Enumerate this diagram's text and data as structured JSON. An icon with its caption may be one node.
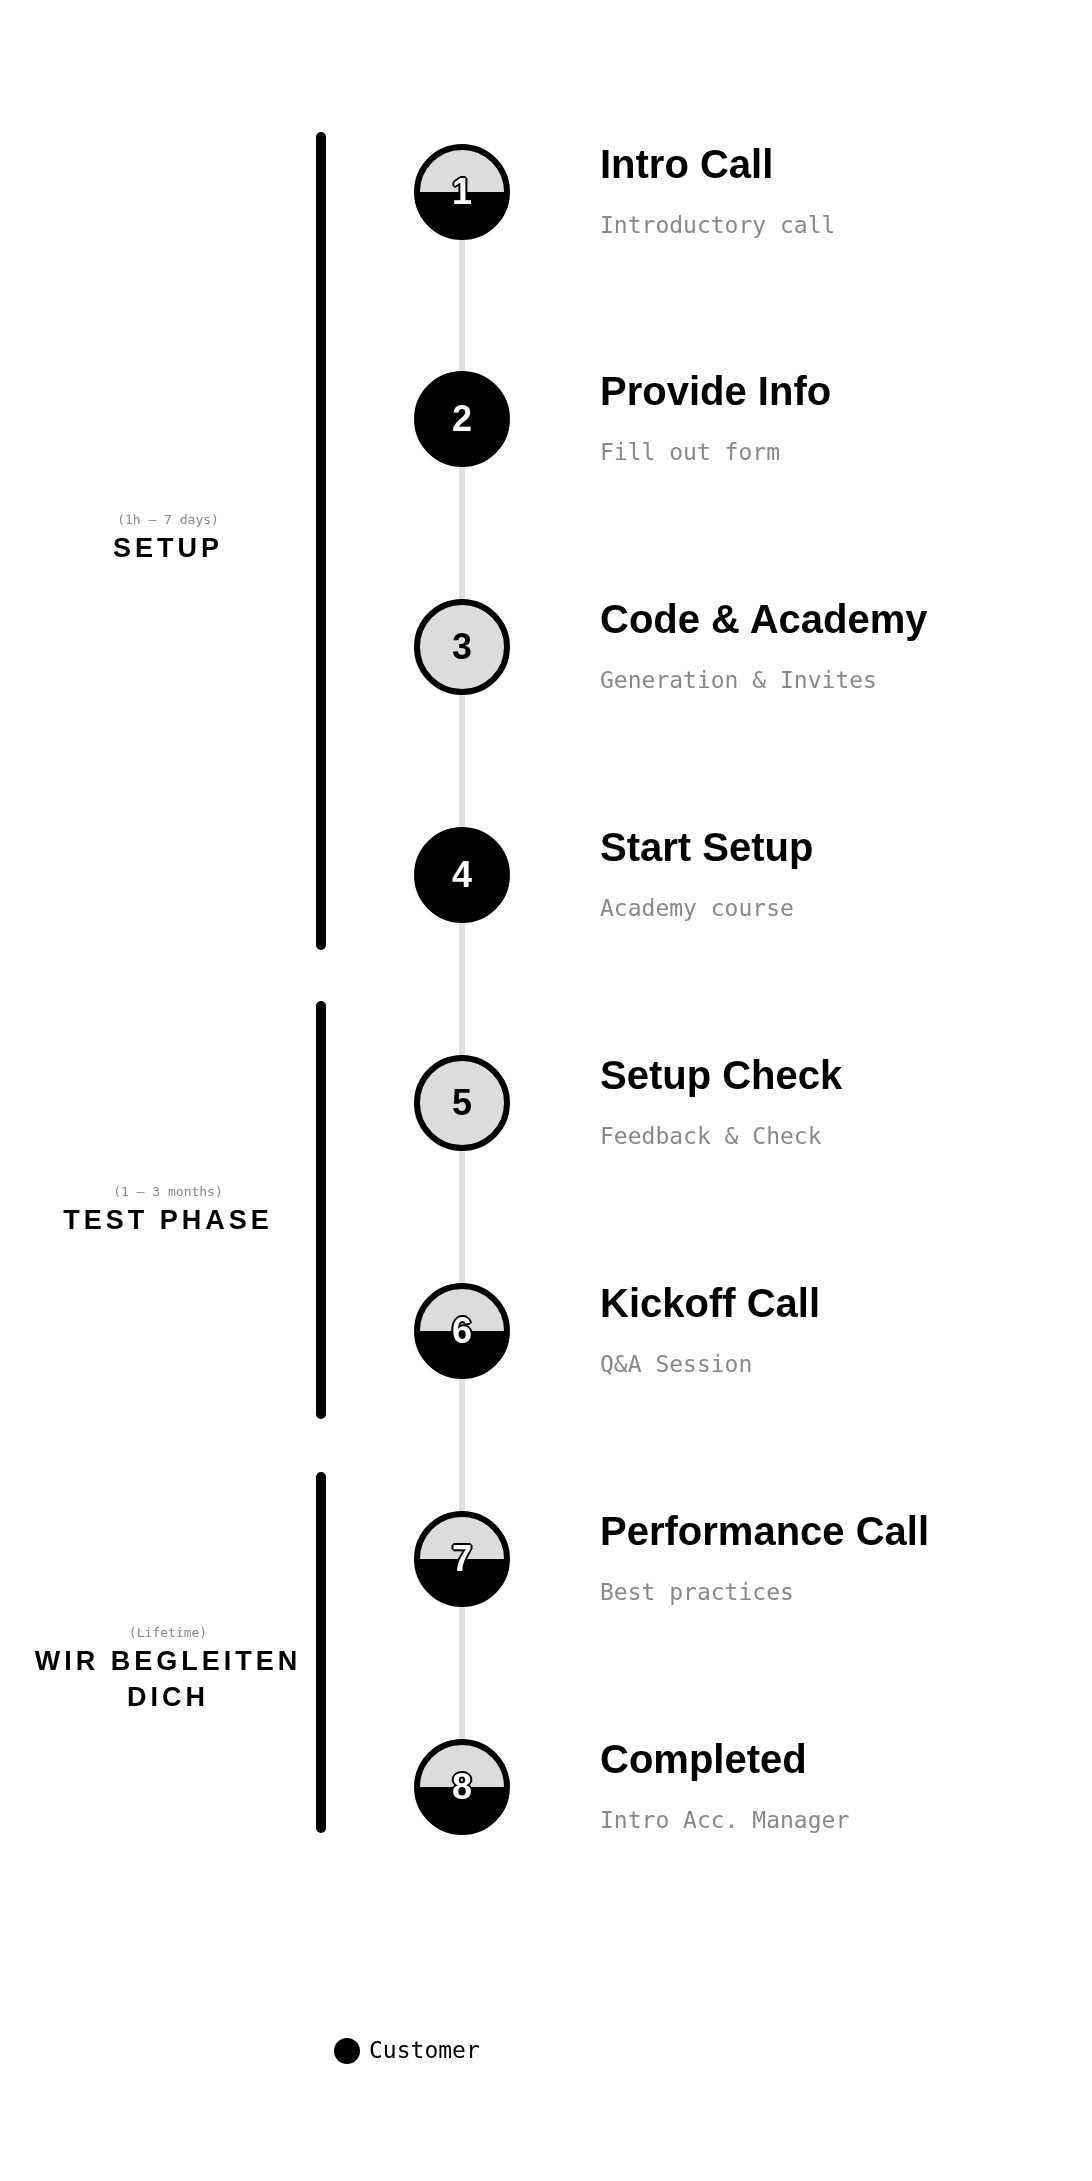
{
  "diagram": {
    "nodes": [
      {
        "text": [
          "1"
        ],
        "beside": [
          "Intro Call",
          "Introductory call"
        ]
      },
      {
        "text": [
          "2"
        ],
        "beside": [
          "Provide Info",
          "Fill out form"
        ]
      },
      {
        "text": [
          "3"
        ],
        "beside": [
          "Code & Academy",
          "Generation & Invites"
        ]
      },
      {
        "text": [
          "4"
        ],
        "beside": [
          "Start Setup",
          "Academy course"
        ]
      },
      {
        "text": [
          "5"
        ],
        "beside": [
          "Setup Check",
          "Feedback & Check"
        ]
      },
      {
        "text": [
          "6"
        ],
        "beside": [
          "Kickoff Call",
          "Q&A Session"
        ]
      },
      {
        "text": [
          "7"
        ],
        "beside": [
          "Performance Call",
          "Best practices"
        ]
      },
      {
        "text": [
          "8"
        ],
        "beside": [
          "Completed",
          "Intro Acc. Manager"
        ]
      }
    ],
    "edges": [
      {
        "from": 0,
        "to": 1,
        "arrow": "none"
      },
      {
        "from": 1,
        "to": 2,
        "arrow": "none"
      },
      {
        "from": 2,
        "to": 3,
        "arrow": "none"
      },
      {
        "from": 3,
        "to": 4,
        "arrow": "none"
      },
      {
        "from": 4,
        "to": 5,
        "arrow": "none"
      },
      {
        "from": 5,
        "to": 6,
        "arrow": "none"
      },
      {
        "from": 6,
        "to": 7,
        "arrow": "none"
      }
    ],
    "labels": [
      "(1h – 7 days)",
      "SETUP",
      "(1 – 3 months)",
      "TEST PHASE",
      "(Lifetime)",
      "WIR BEGLEITEN DICH"
    ],
    "legend": [
      {
        "text": "Customer",
        "color": "#000000"
      }
    ]
  }
}
